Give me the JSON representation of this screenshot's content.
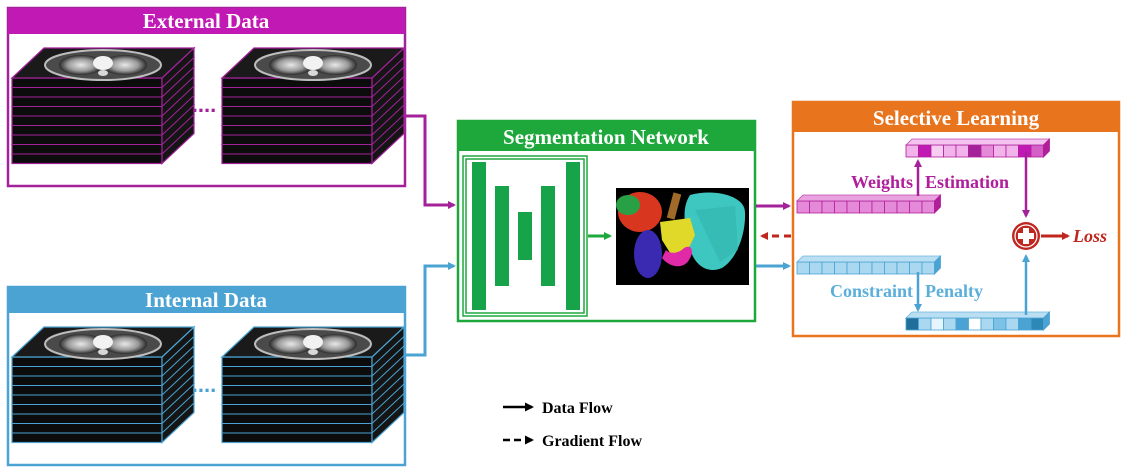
{
  "external": {
    "title": "External Data",
    "ellipsis": "....",
    "color": "#a3229a",
    "bg": "#c11ab4"
  },
  "internal": {
    "title": "Internal Data",
    "ellipsis": "....",
    "color": "#4aa3d2",
    "bg": "#4aa3d2"
  },
  "segmentation": {
    "title": "Segmentation Network",
    "color": "#1ea83c"
  },
  "selective": {
    "title": "Selective Learning",
    "color": "#e8741e",
    "weights_label": "Weights",
    "estimation_label": "Estimation",
    "constraint_label": "Constraint",
    "penalty_label": "Penalty",
    "loss_label": "Loss"
  },
  "legend": {
    "data_flow": "Data Flow",
    "gradient_flow": "Gradient Flow"
  },
  "colors": {
    "loss_red": "#c0261e",
    "magenta": "#b01e9a",
    "blue": "#5aafdb"
  }
}
